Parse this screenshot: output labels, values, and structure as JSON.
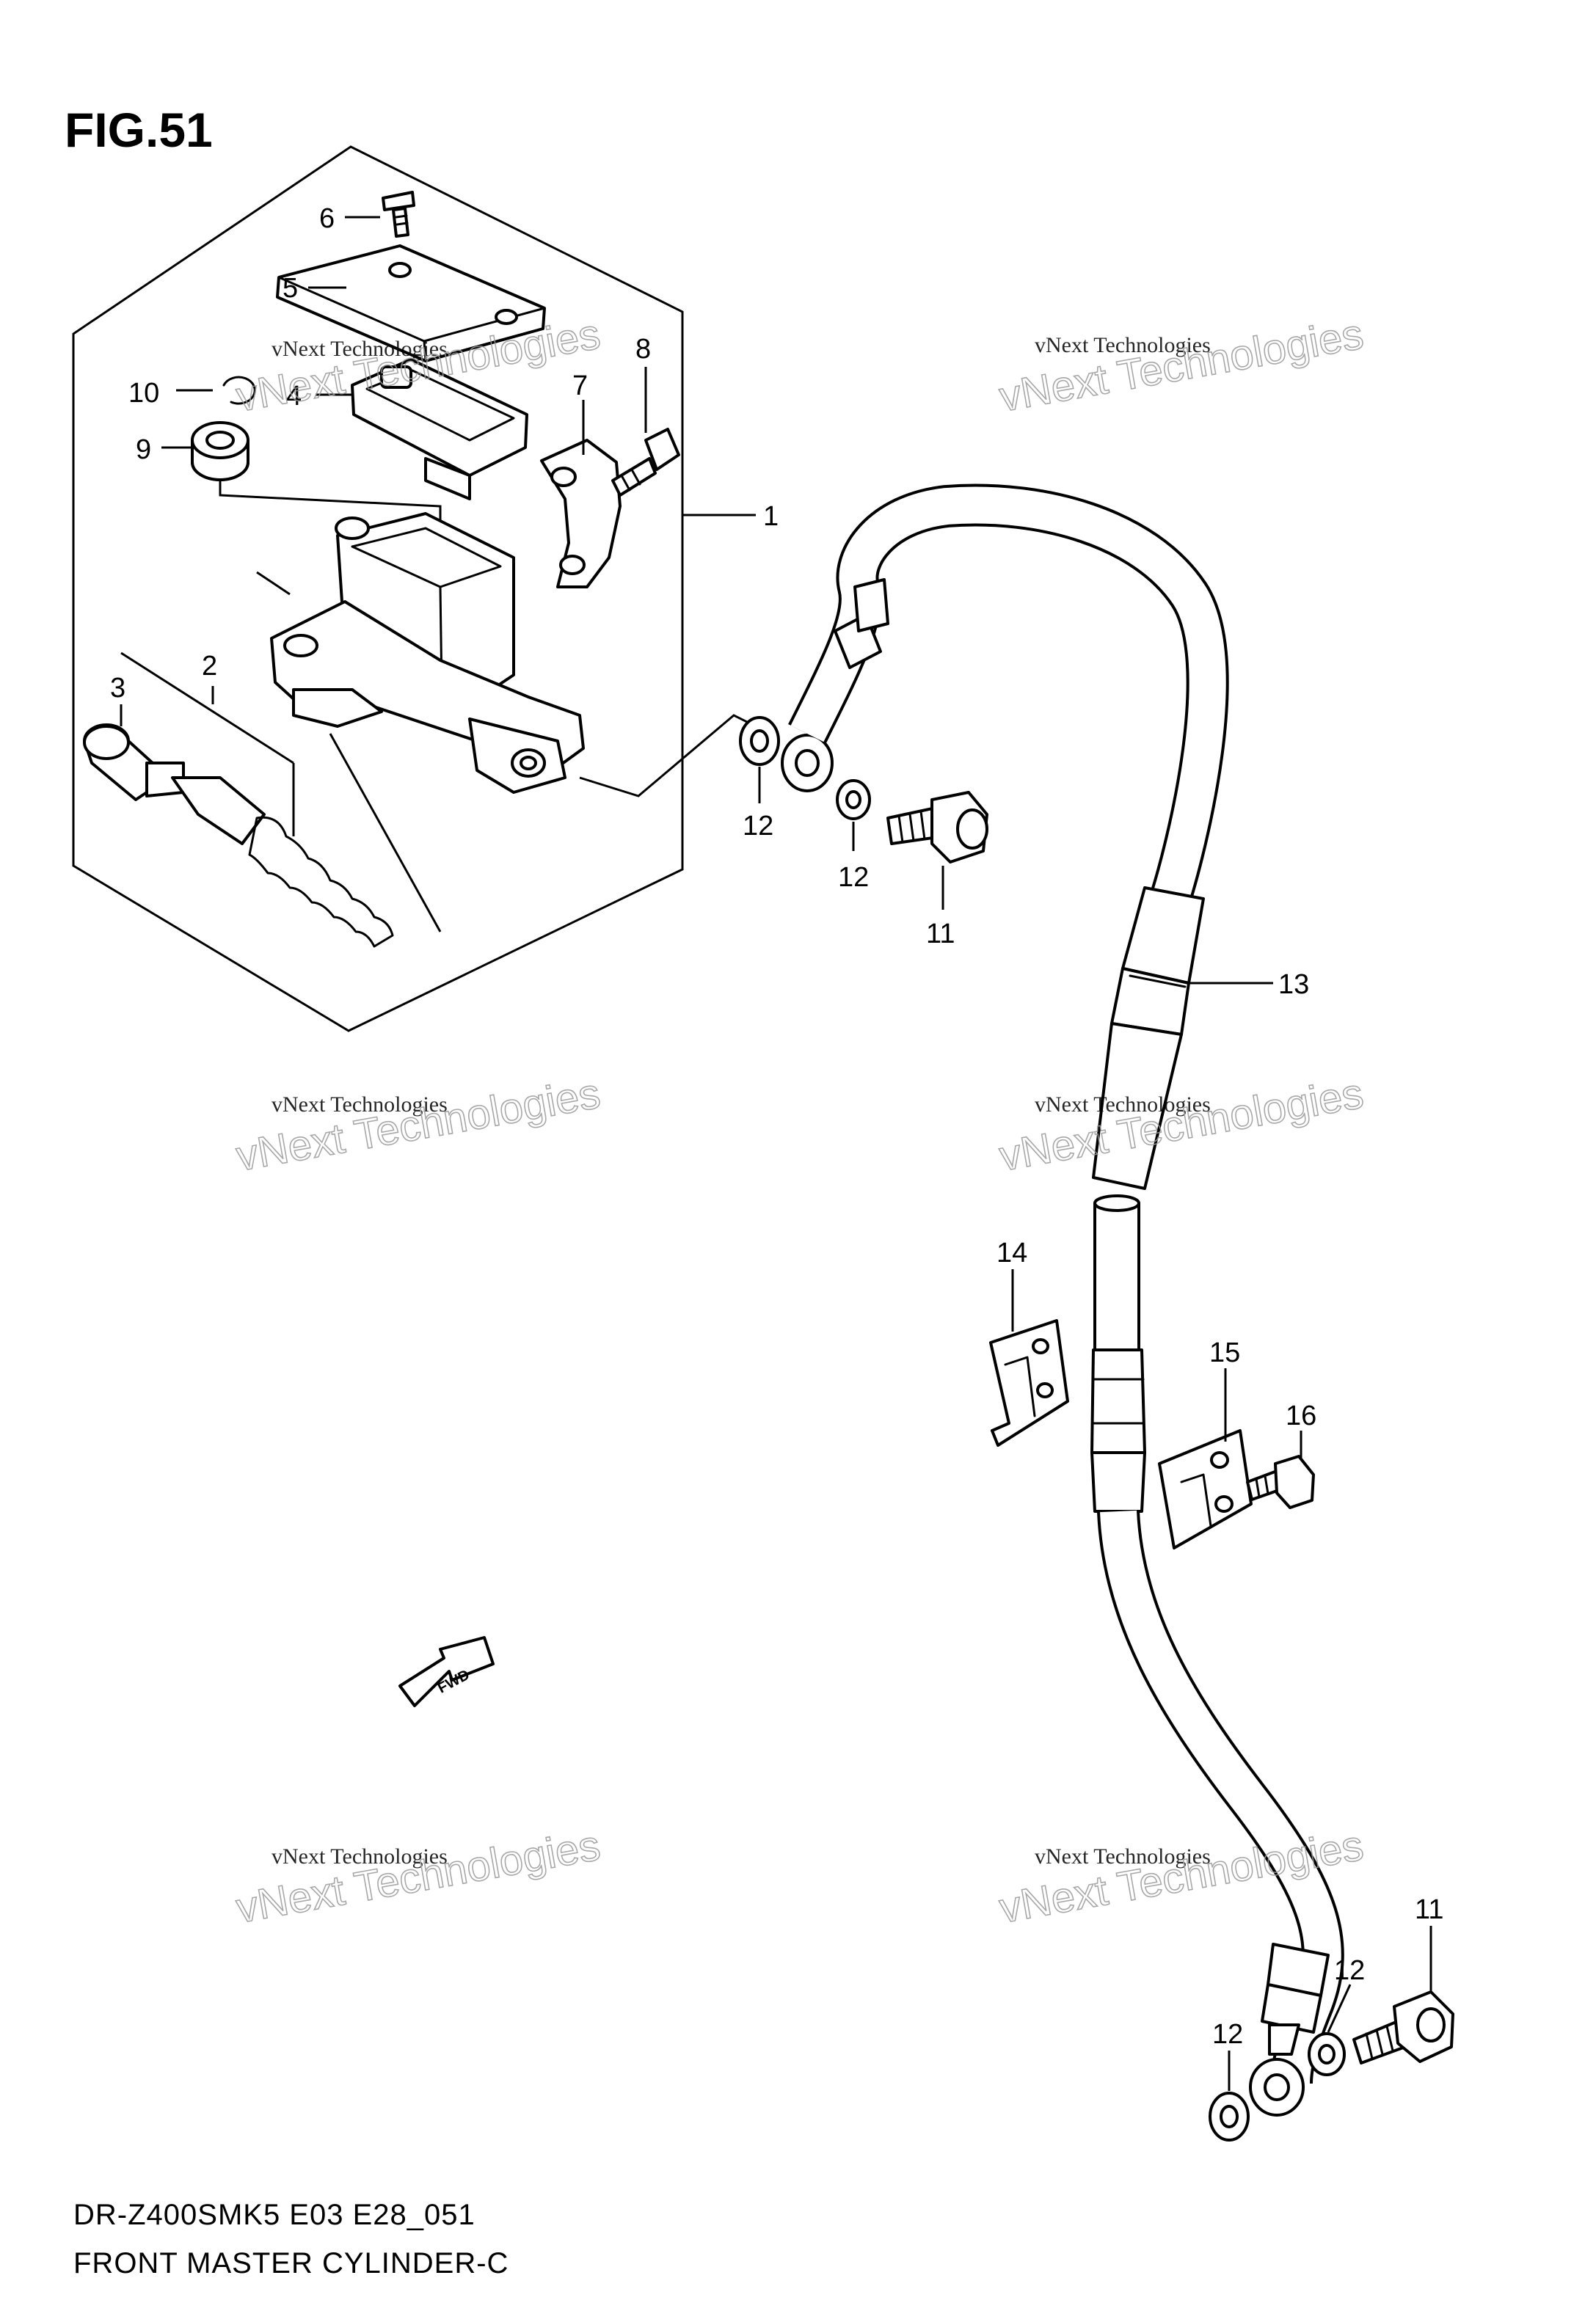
{
  "figure": {
    "title": "FIG.51"
  },
  "callouts": {
    "p1": "1",
    "p2": "2",
    "p3": "3",
    "p4": "4",
    "p5": "5",
    "p6": "6",
    "p7": "7",
    "p8": "8",
    "p9": "9",
    "p10": "10",
    "p11_top": "11",
    "p11_bottom": "11",
    "p12_top_a": "12",
    "p12_top_b": "12",
    "p12_bottom_a": "12",
    "p12_bottom_b": "12",
    "p13": "13",
    "p14": "14",
    "p15": "15",
    "p16": "16"
  },
  "arrow": {
    "label": "FWD"
  },
  "watermark": {
    "line1": "vNext Technologies",
    "line2": "vNext Technologies"
  },
  "footer": {
    "model_code": "DR-Z400SMK5 E03 E28_051",
    "part_name": "FRONT MASTER CYLINDER-C"
  }
}
